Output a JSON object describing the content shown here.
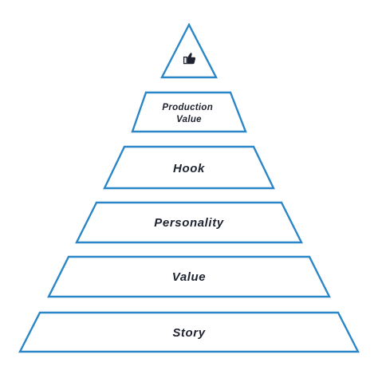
{
  "pyramid": {
    "colors": {
      "outline": "#2a86c6",
      "text": "#1f2330",
      "background": "#ffffff"
    },
    "apex": {
      "icon": "thumbs-up-icon"
    },
    "tiers": [
      {
        "label_lines": [
          "Production",
          "Value"
        ]
      },
      {
        "label_lines": [
          "Hook"
        ]
      },
      {
        "label_lines": [
          "Personality"
        ]
      },
      {
        "label_lines": [
          "Value"
        ]
      },
      {
        "label_lines": [
          "Story"
        ]
      }
    ]
  }
}
